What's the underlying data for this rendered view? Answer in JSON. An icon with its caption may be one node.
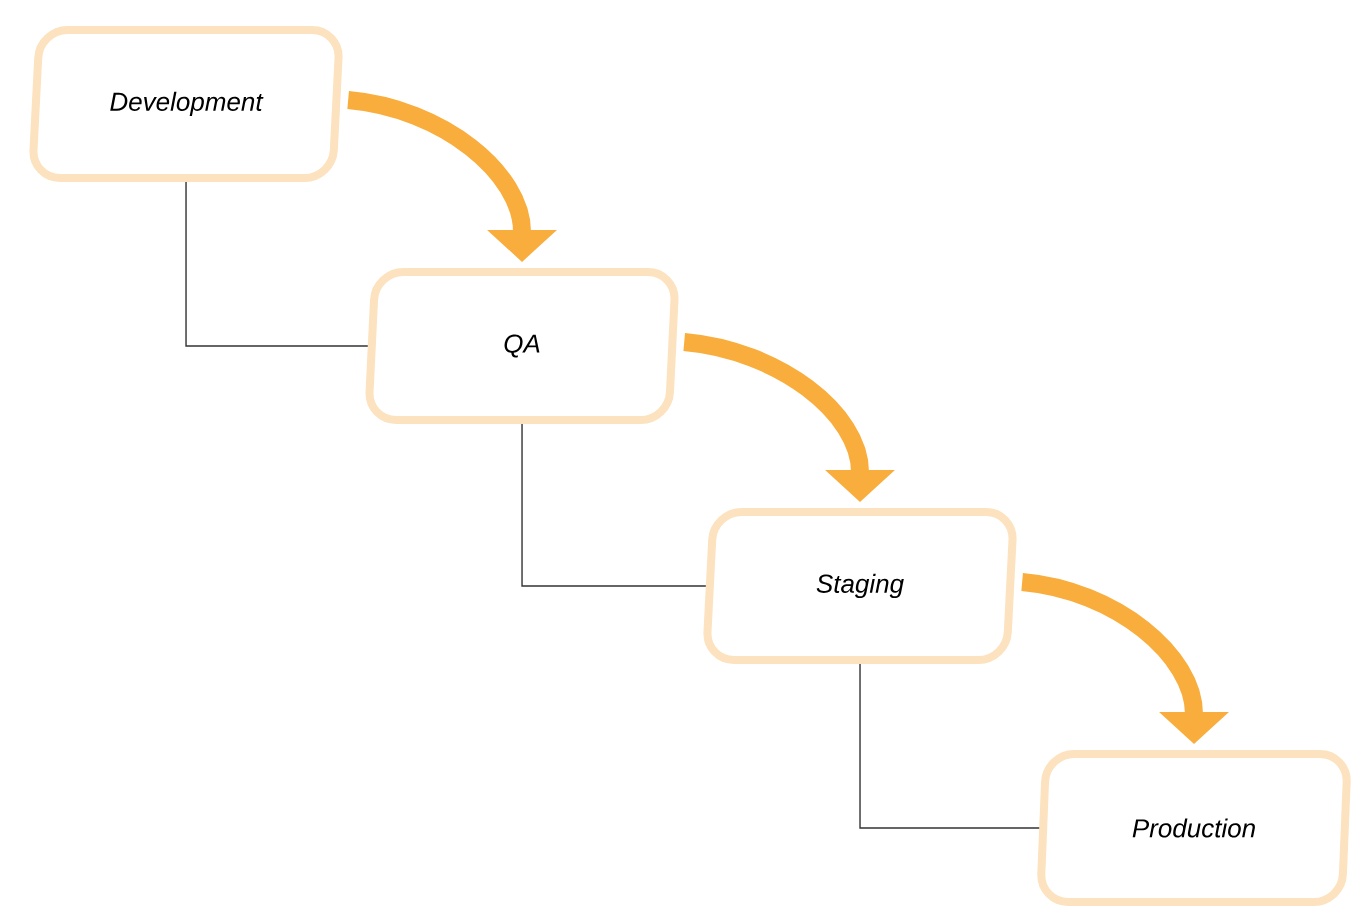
{
  "diagram": {
    "nodes": [
      {
        "text": [
          "Development"
        ]
      },
      {
        "text": [
          "QA"
        ]
      },
      {
        "text": [
          "Staging"
        ]
      },
      {
        "text": [
          "Production"
        ]
      }
    ],
    "edges": [
      {
        "from": 0,
        "to": 1,
        "arrow": "to",
        "style": "thick",
        "color": "#f9ad3d"
      },
      {
        "from": 0,
        "to": 1,
        "arrow": "none",
        "color": "#333333"
      },
      {
        "from": 1,
        "to": 2,
        "arrow": "to",
        "style": "thick",
        "color": "#f9ad3d"
      },
      {
        "from": 1,
        "to": 2,
        "arrow": "none",
        "color": "#333333"
      },
      {
        "from": 2,
        "to": 3,
        "arrow": "to",
        "style": "thick",
        "color": "#f9ad3d"
      },
      {
        "from": 2,
        "to": 3,
        "arrow": "none",
        "color": "#333333"
      }
    ]
  }
}
